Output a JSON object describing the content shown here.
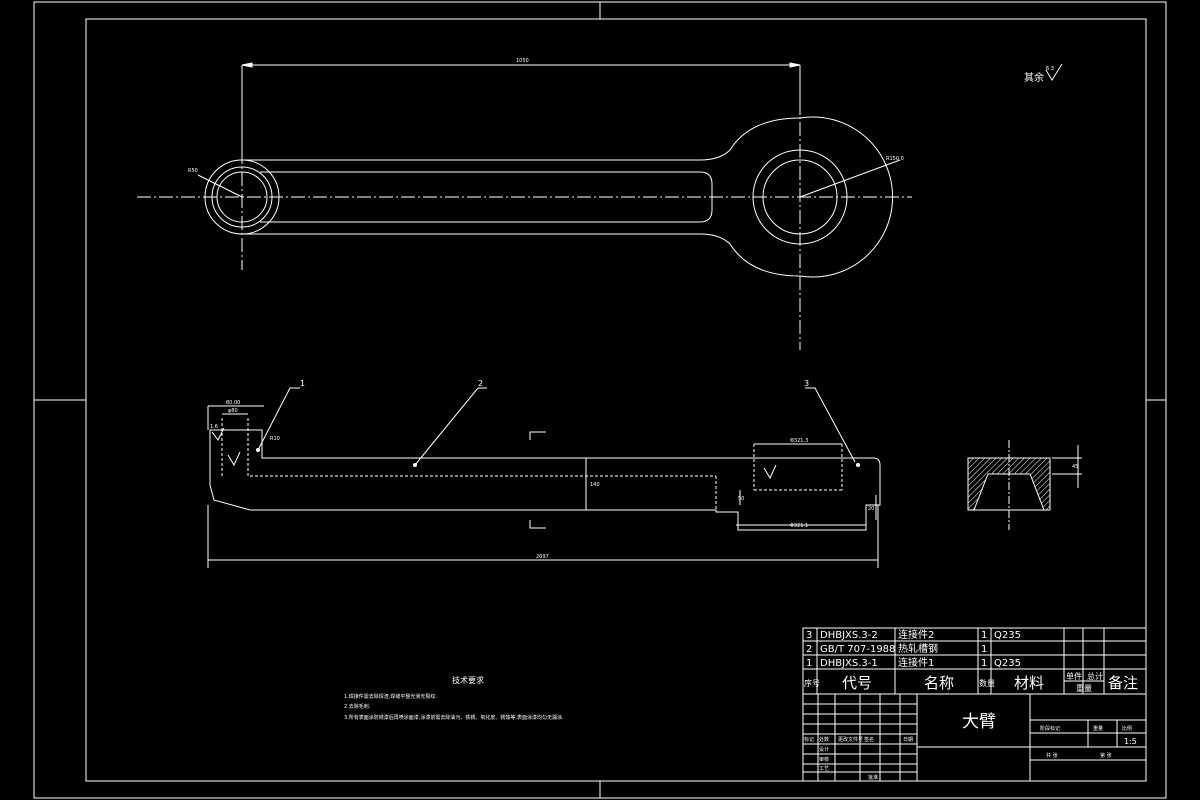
{
  "drawing": {
    "surface_finish_note": "其余",
    "surface_finish_value": "6.3",
    "top_view": {
      "overall_span": "1050",
      "end_left_label": "R50",
      "end_right_label": "R150.0"
    },
    "side_view": {
      "balloons": [
        "1",
        "2",
        "3"
      ],
      "dims": {
        "overall_length": "2097",
        "height_mid": "140",
        "left_top_1": "80.00",
        "left_top_2": "φ80",
        "left_r": "R10",
        "left_side": "1.6",
        "right_top": "Φ321.3",
        "right_bottom": "Φ321.1",
        "right_small": "50",
        "right_side": "20"
      }
    },
    "section_view": {
      "dim": "45"
    },
    "technical_requirements": {
      "title": "技术要求",
      "items": [
        "1.焊接件需去除焊渣,焊缝平整光滑无裂纹.",
        "2.去除毛刺.",
        "3.所有表面涂防锈漆后再喷涂面漆,涂漆前需去除油污、铁锈、氧化皮、锈蚀等,表面涂漆均匀无漏涂."
      ]
    }
  },
  "title_block": {
    "parts": [
      {
        "seq": "3",
        "code": "DHBJXS.3-2",
        "name": "连接件2",
        "qty": "1",
        "material": "Q235"
      },
      {
        "seq": "2",
        "code": "GB/T 707-1988",
        "name": "热轧槽钢",
        "qty": "1",
        "material": ""
      },
      {
        "seq": "1",
        "code": "DHBJXS.3-1",
        "name": "连接件1",
        "qty": "1",
        "material": "Q235"
      }
    ],
    "headers": {
      "seq": "序号",
      "code": "代号",
      "name": "名称",
      "qty": "数量",
      "material": "材料",
      "unit_weight": "单件",
      "total_weight": "总计",
      "weight": "重量",
      "remark": "备注"
    },
    "drawing_title": "大臂",
    "scale": "1:5",
    "row_labels": [
      "标记",
      "处数",
      "更改文件号",
      "签名",
      "日期"
    ],
    "design": "设计",
    "check": "审核",
    "process": "工艺",
    "approve": "批准",
    "stage": "阶段标记",
    "weight": "重量",
    "scale_label": "比例",
    "sheets": "共  张",
    "sheet_no": "第  张"
  }
}
